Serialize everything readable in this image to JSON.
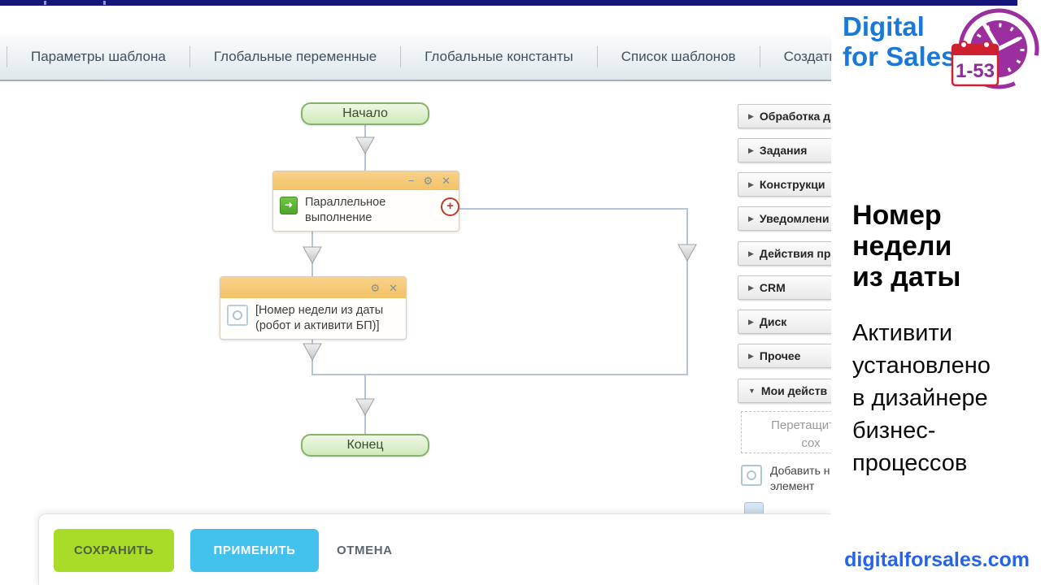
{
  "tabs": {
    "items": [
      {
        "label": "Параметры шаблона"
      },
      {
        "label": "Глобальные переменные"
      },
      {
        "label": "Глобальные константы"
      },
      {
        "label": "Список шаблонов"
      },
      {
        "label": "Создать ш"
      }
    ]
  },
  "icons": {
    "minimize": "−",
    "settings": "⚙",
    "close": "✕",
    "add": "+",
    "parallel_arrow": "➜"
  },
  "flow": {
    "start_label": "Начало",
    "end_label": "Конец",
    "block1": {
      "title": "Параллельное\nвыполнение"
    },
    "block2": {
      "title": "[Номер недели из даты\n(робот и активити БП)]"
    }
  },
  "palette": {
    "categories": [
      {
        "label": "Обработка д",
        "arrow": "▶"
      },
      {
        "label": "Задания",
        "arrow": "▶"
      },
      {
        "label": "Конструкци",
        "arrow": "▶"
      },
      {
        "label": "Уведомлени",
        "arrow": "▶"
      },
      {
        "label": "Действия пр",
        "arrow": "▶"
      },
      {
        "label": "CRM",
        "arrow": "▶"
      },
      {
        "label": "Диск",
        "arrow": "▶"
      },
      {
        "label": "Прочее",
        "arrow": "▶"
      },
      {
        "label": "Мои действ",
        "arrow": "▼"
      }
    ],
    "dropzone_text": "Перетащите с\nсох",
    "item1_text": "Добавить н\nэлемент"
  },
  "footer": {
    "save": "СОХРАНИТЬ",
    "apply": "ПРИМЕНИТЬ",
    "cancel": "ОТМЕНА"
  },
  "brand": {
    "logo_line1": "Digital",
    "logo_line2": "for Sales",
    "badge": "1-53",
    "heading": "Номер\nнедели\nиз даты",
    "body": "Активити\nустановлено\nв дизайнере\nбизнес-\nпроцессов",
    "site": "digitalforsales.com"
  }
}
